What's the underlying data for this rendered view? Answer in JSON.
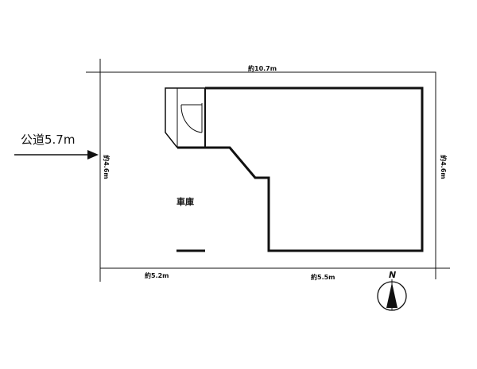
{
  "labels": {
    "road": "公道5.7m",
    "garage": "車庫",
    "top_width": "約10.7m",
    "left_depth": "約4.6m",
    "right_depth": "約4.6m",
    "bottom_left": "約5.2m",
    "bottom_right": "約5.5m",
    "north": "N"
  },
  "colors": {
    "line": "#111111",
    "background": "#ffffff"
  },
  "icons": {
    "road_arrow": "arrow-right-icon",
    "north_arrow": "compass-north-icon",
    "door_swing": "door-swing-icon"
  }
}
